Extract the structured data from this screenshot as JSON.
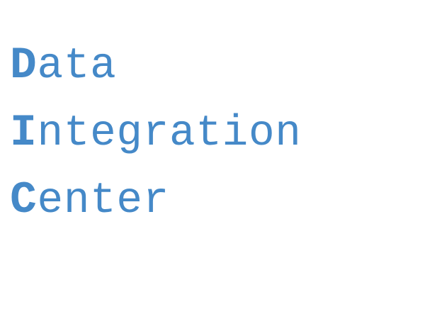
{
  "logo": {
    "color": "#4589c8",
    "lines": [
      {
        "initial": "D",
        "rest": "ata"
      },
      {
        "initial": "I",
        "rest": "ntegration"
      },
      {
        "initial": "C",
        "rest": "enter"
      }
    ]
  }
}
